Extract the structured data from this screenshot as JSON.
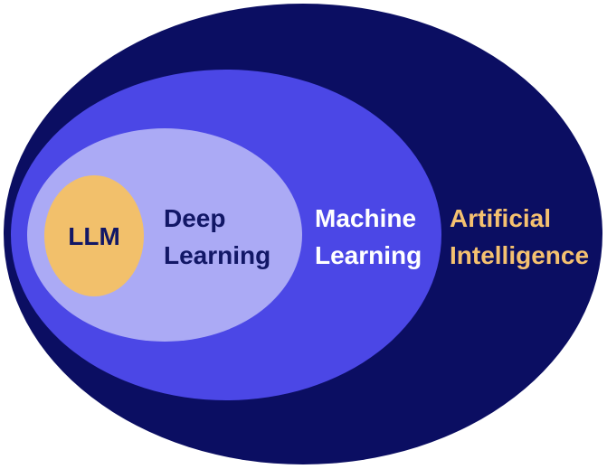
{
  "diagram": {
    "layers": [
      {
        "key": "artificial_intelligence",
        "lines": [
          "Artificial",
          "Intelligence"
        ],
        "fill": "#0b0e62",
        "text_color": "#f5c170"
      },
      {
        "key": "machine_learning",
        "lines": [
          "Machine",
          "Learning"
        ],
        "fill": "#4b47e6",
        "text_color": "#ffffff"
      },
      {
        "key": "deep_learning",
        "lines": [
          "Deep",
          "Learning"
        ],
        "fill": "#abaaf5",
        "text_color": "#121766"
      },
      {
        "key": "llm",
        "lines": [
          "LLM"
        ],
        "fill": "#f2c06b",
        "text_color": "#121766"
      }
    ]
  }
}
